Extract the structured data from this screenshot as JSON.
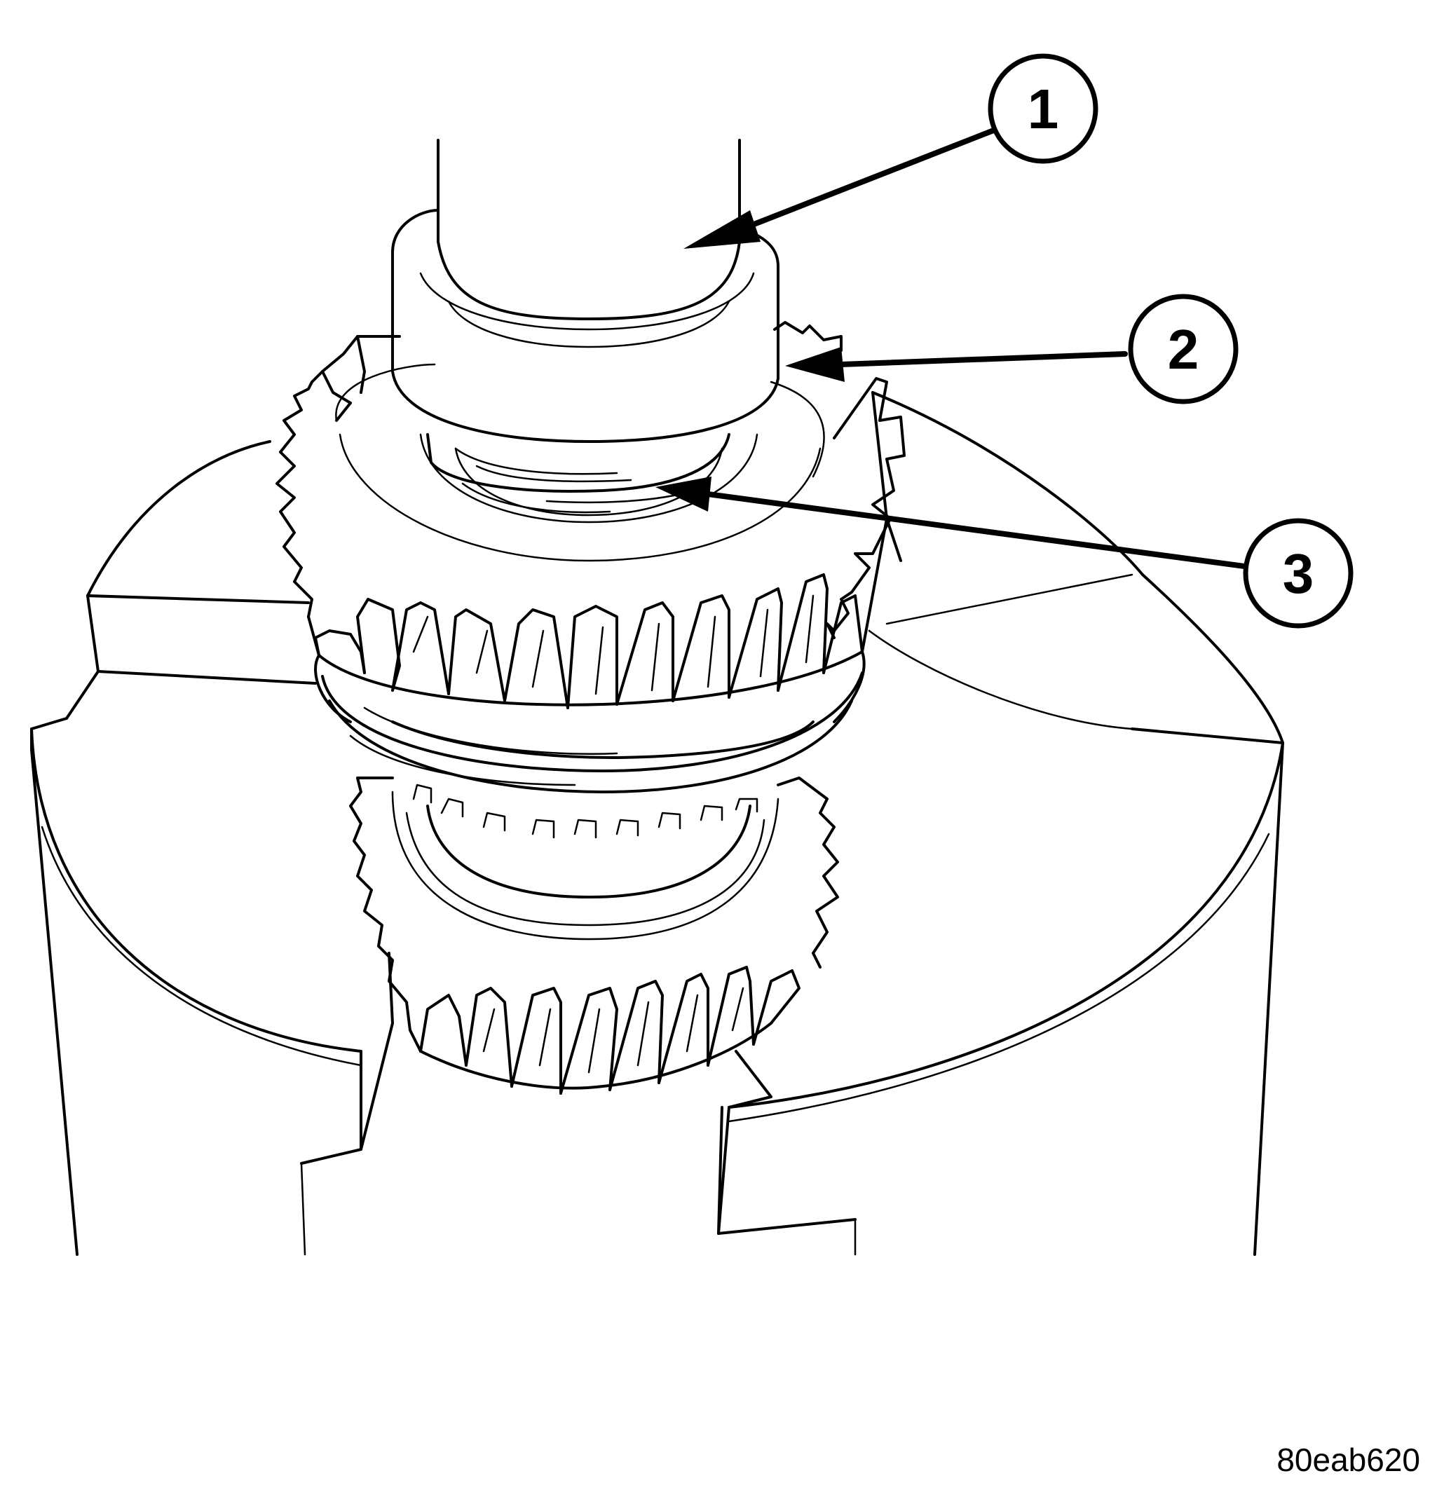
{
  "callouts": [
    {
      "id": "callout-1",
      "label": "1"
    },
    {
      "id": "callout-2",
      "label": "2"
    },
    {
      "id": "callout-3",
      "label": "3"
    }
  ],
  "figure_id": "80eab620"
}
